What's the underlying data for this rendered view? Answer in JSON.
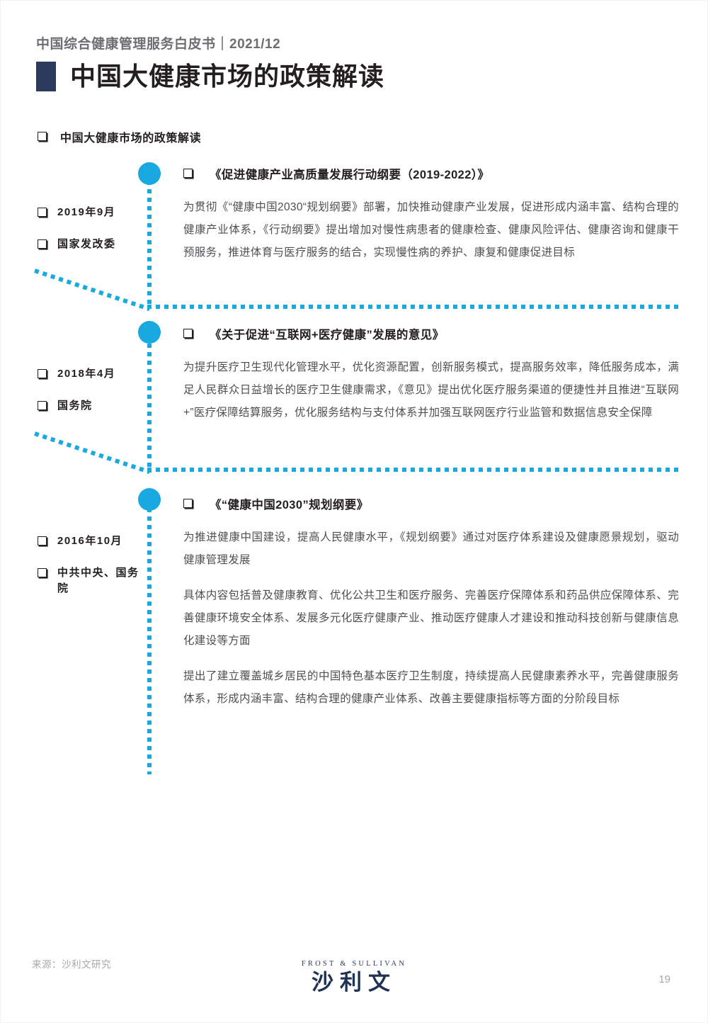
{
  "header": {
    "kicker": "中国综合健康管理服务白皮书｜2021/12",
    "title": "中国大健康市场的政策解读"
  },
  "section": {
    "heading": "中国大健康市场的政策解读"
  },
  "colors": {
    "accent": "#17A9E0",
    "title_mark": "#2C3A5B",
    "body_text": "#4F4F52",
    "heading_text": "#231F20",
    "muted": "#A6A8AB"
  },
  "timeline": [
    {
      "date": "2019年9月",
      "issuer": "国家发改委",
      "title": "《促进健康产业高质量发展行动纲要（2019-2022）》",
      "paragraphs": [
        "为贯彻《“健康中国2030“规划纲要》部署，加快推动健康产业发展，促进形成内涵丰富、结构合理的健康产业体系，《行动纲要》提出增加对慢性病患者的健康检查、健康风险评估、健康咨询和健康干预服务，推进体育与医疗服务的结合，实现慢性病的养护、康复和健康促进目标"
      ]
    },
    {
      "date": "2018年4月",
      "issuer": "国务院",
      "title": "《关于促进“互联网+医疗健康”发展的意见》",
      "paragraphs": [
        "为提升医疗卫生现代化管理水平，优化资源配置，创新服务模式，提高服务效率，降低服务成本，满足人民群众日益增长的医疗卫生健康需求，《意见》提出优化医疗服务渠道的便捷性并且推进“互联网+”医疗保障结算服务，优化服务结构与支付体系并加强互联网医疗行业监管和数据信息安全保障"
      ]
    },
    {
      "date": "2016年10月",
      "issuer": "中共中央、国务院",
      "title": "《“健康中国2030”规划纲要》",
      "paragraphs": [
        "为推进健康中国建设，提高人民健康水平，《规划纲要》通过对医疗体系建设及健康愿景规划，驱动健康管理发展",
        "具体内容包括普及健康教育、优化公共卫生和医疗服务、完善医疗保障体系和药品供应保障体系、完善健康环境安全体系、发展多元化医疗健康产业、推动医疗健康人才建设和推动科技创新与健康信息化建设等方面",
        "提出了建立覆盖城乡居民的中国特色基本医疗卫生制度，持续提高人民健康素养水平，完善健康服务体系，形成内涵丰富、结构合理的健康产业体系、改善主要健康指标等方面的分阶段目标"
      ]
    }
  ],
  "footer": {
    "source": "来源：沙利文研究",
    "logo_en": "FROST & SULLIVAN",
    "logo_cn": "沙利文",
    "page_number": "19"
  }
}
